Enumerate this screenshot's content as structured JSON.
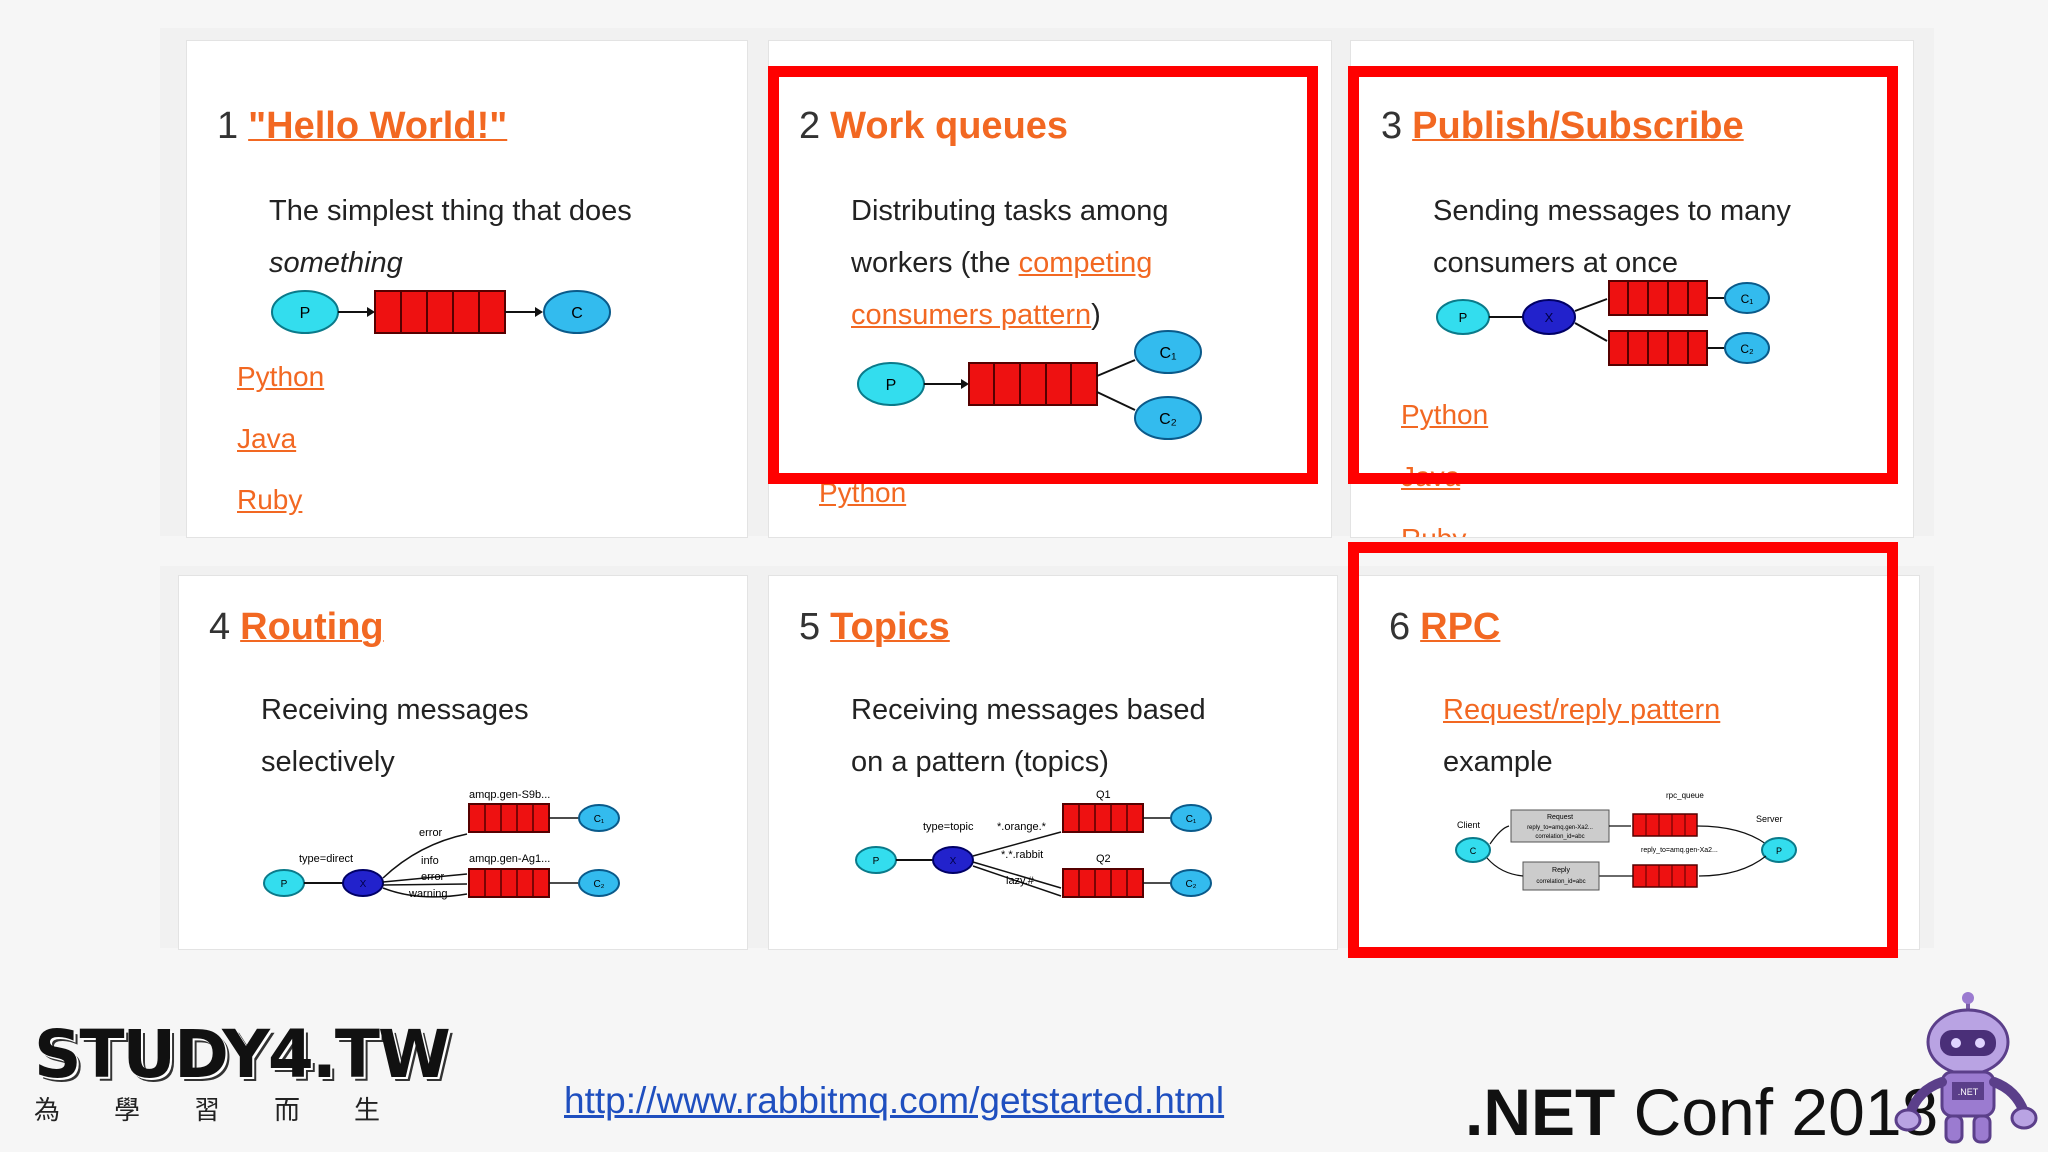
{
  "tutorials": [
    {
      "number": "1",
      "title": "\"Hello World!\"",
      "desc1": "The simplest thing that does",
      "desc2": "something",
      "langs": [
        "Python",
        "Java",
        "Ruby"
      ]
    },
    {
      "number": "2",
      "title": "Work queues",
      "desc1": "Distributing tasks among",
      "desc2a": "workers (the ",
      "desc2_link": "competing",
      "desc3_link": "consumers pattern",
      "desc3_tail": ")",
      "langs": [
        "Python"
      ]
    },
    {
      "number": "3",
      "title": "Publish/Subscribe",
      "desc1": "Sending messages to many",
      "desc2": "consumers at once",
      "langs": [
        "Python",
        "Java",
        "Ruby"
      ]
    },
    {
      "number": "4",
      "title": "Routing",
      "desc1": "Receiving messages",
      "desc2": "selectively"
    },
    {
      "number": "5",
      "title": "Topics",
      "desc1": "Receiving messages based",
      "desc2": "on a pattern (topics)"
    },
    {
      "number": "6",
      "title": "RPC",
      "desc_link": "Request/reply pattern",
      "desc2": "example"
    }
  ],
  "diagram_labels": {
    "p": "P",
    "c": "C",
    "x": "X",
    "c1": "C₁",
    "c2": "C₂",
    "routing_q1": "amqp.gen-S9b...",
    "routing_q2": "amqp.gen-Ag1...",
    "routing_type": "type=direct",
    "routing_error": "error",
    "routing_info": "info",
    "routing_error2": "error",
    "routing_warning": "warning",
    "topic_q1": "Q1",
    "topic_q2": "Q2",
    "topic_type": "type=topic",
    "topic_orange": "*.orange.*",
    "topic_rabbit": "*.*.rabbit",
    "topic_lazy": "lazy.#",
    "rpc_client": "Client",
    "rpc_server": "Server",
    "rpc_queue": "rpc_queue",
    "rpc_reply_queue": "reply_to=amq.gen-Xa2...",
    "rpc_request": "Request",
    "rpc_request_detail": "reply_to=amq.gen-Xa2...",
    "rpc_corr": "correlation_id=abc",
    "rpc_reply": "Reply",
    "rpc_reply_detail": "correlation_id=abc"
  },
  "footer": {
    "logo": "STUDY4.TW",
    "logo_sub": "為學習而生",
    "url": "http://www.rabbitmq.com/getstarted.html",
    "conf_net": ".NET",
    "conf_rest": " Conf 2018",
    "mascot_badge": ".NET"
  },
  "colors": {
    "accent": "#f26822",
    "highlight": "#ff0000",
    "queue": "#ee1111",
    "producer": "#33ddee",
    "exchange": "#2222cc",
    "consumer": "#33bbee"
  }
}
